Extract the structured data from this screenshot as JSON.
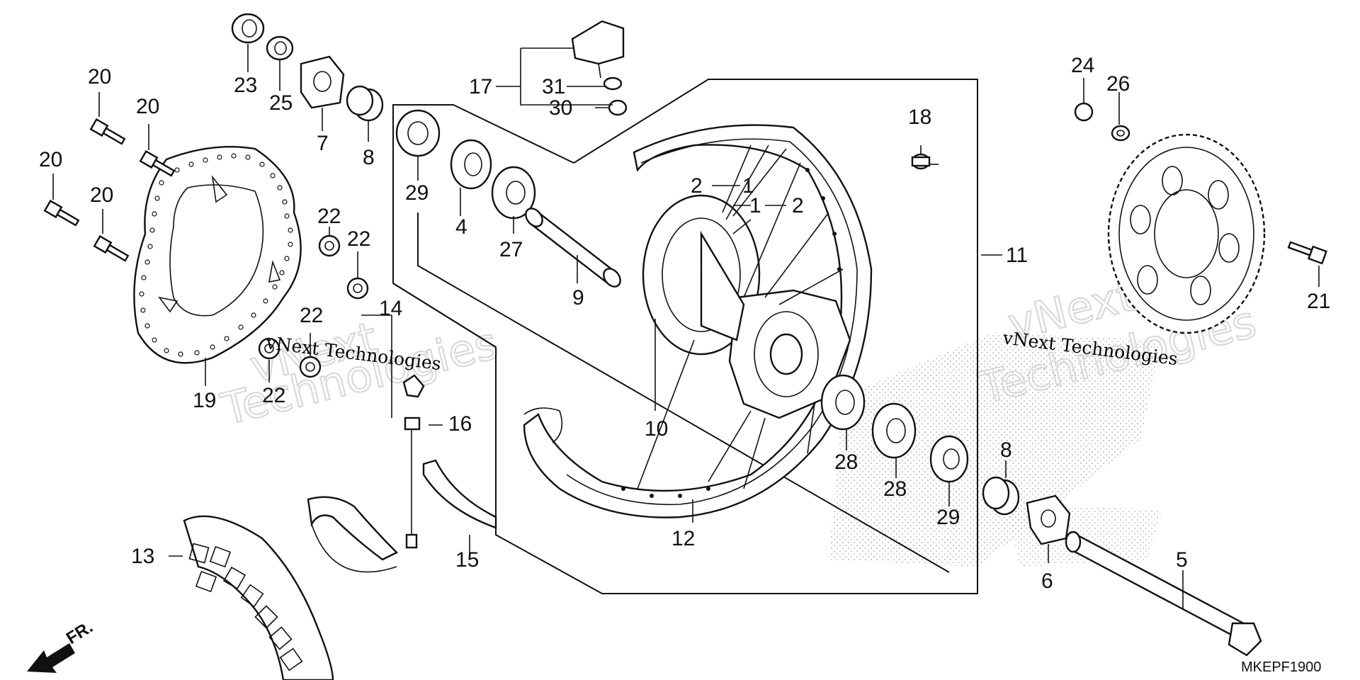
{
  "diagram": {
    "callouts": [
      "1",
      "1",
      "2",
      "2",
      "4",
      "5",
      "6",
      "7",
      "8",
      "8",
      "9",
      "10",
      "11",
      "12",
      "13",
      "14",
      "15",
      "16",
      "17",
      "18",
      "19",
      "20",
      "20",
      "20",
      "20",
      "21",
      "22",
      "22",
      "22",
      "22",
      "23",
      "24",
      "25",
      "26",
      "27",
      "28",
      "28",
      "29",
      "29",
      "30",
      "31"
    ],
    "watermark": {
      "brand": "vNext Technologies",
      "line1": "vNext",
      "line2": "Technologies"
    },
    "direction_label": "FR.",
    "diagram_code": "MKEPF1900"
  }
}
